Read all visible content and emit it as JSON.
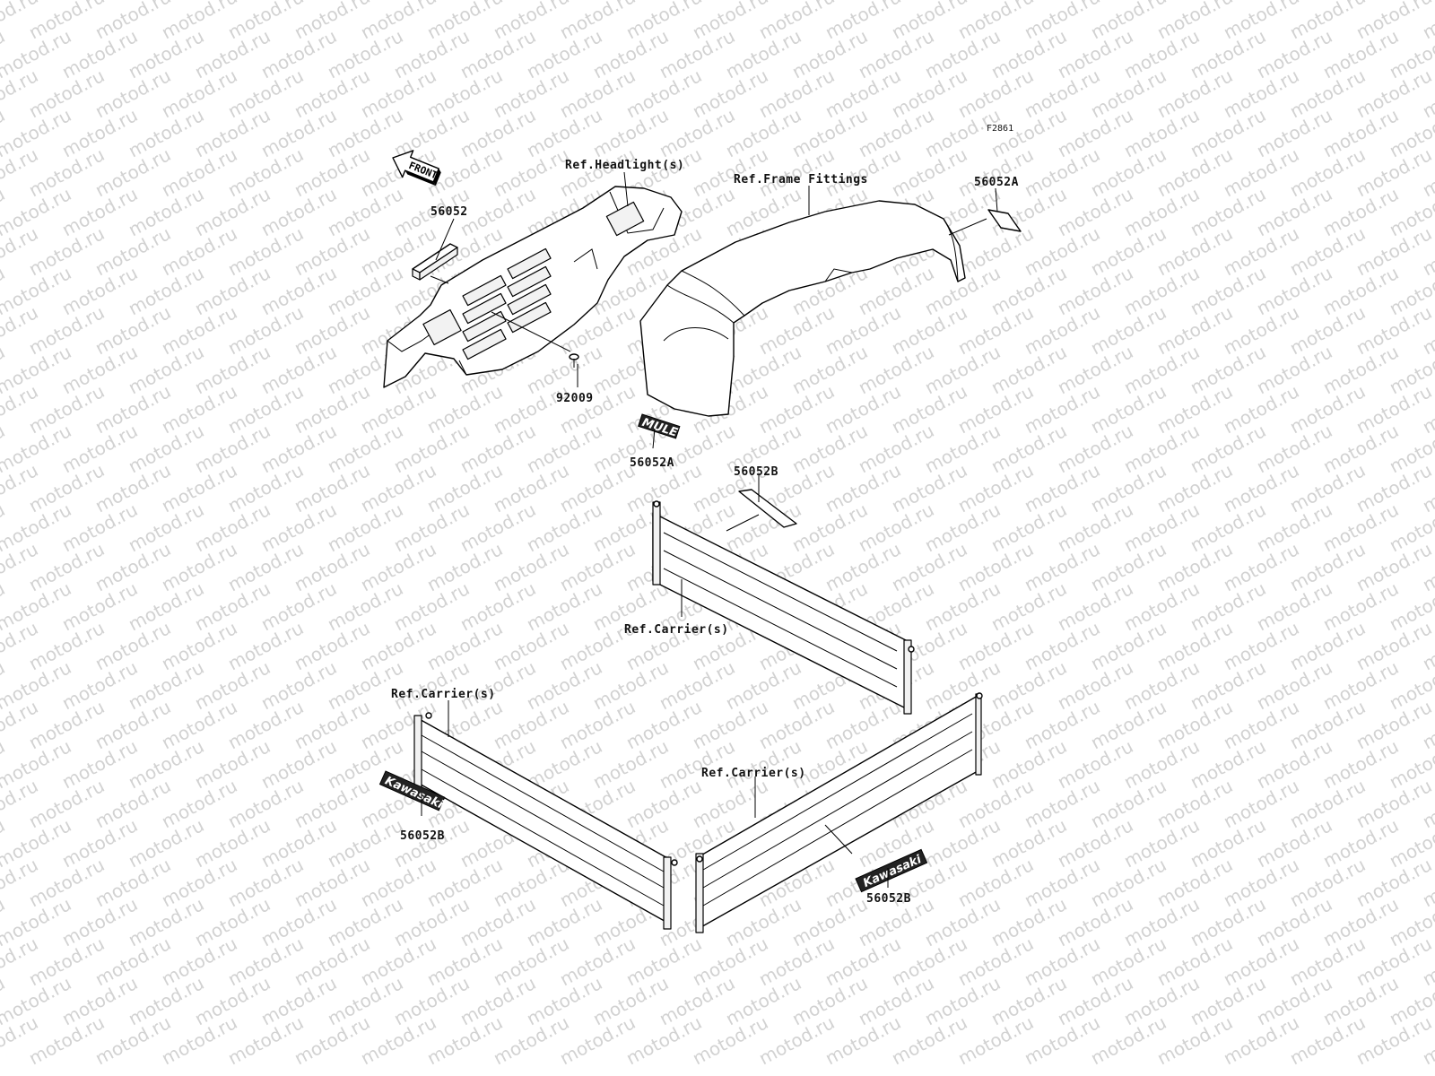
{
  "figure_id": "F2861",
  "watermark": "motod.ru",
  "front_marker": "FRONT",
  "callouts": {
    "p56052": "56052",
    "p92009": "92009",
    "p56052a_top": "56052A",
    "p56052a_mid": "56052A",
    "p56052b_top": "56052B",
    "p56052b_left": "56052B",
    "p56052b_right": "56052B"
  },
  "references": {
    "headlight": "Ref.Headlight(s)",
    "frame_fittings": "Ref.Frame Fittings",
    "carrier_center": "Ref.Carrier(s)",
    "carrier_left": "Ref.Carrier(s)",
    "carrier_right": "Ref.Carrier(s)"
  },
  "decals": {
    "mule": "MULE",
    "kawasaki_left": "Kawasaki",
    "kawasaki_right": "Kawasaki"
  }
}
